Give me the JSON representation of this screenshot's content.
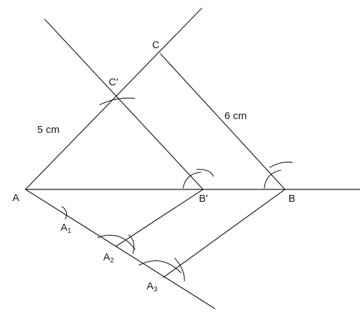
{
  "points": {
    "A": "A",
    "B": "B",
    "C": "C",
    "B_prime": "B′",
    "C_prime": "C′",
    "A1": {
      "main": "A",
      "sub": "1"
    },
    "A2": {
      "main": "A",
      "sub": "2"
    },
    "A3": {
      "main": "A",
      "sub": "3"
    }
  },
  "measurements": {
    "ac_prime": "5 cm",
    "bc": "6 cm"
  }
}
